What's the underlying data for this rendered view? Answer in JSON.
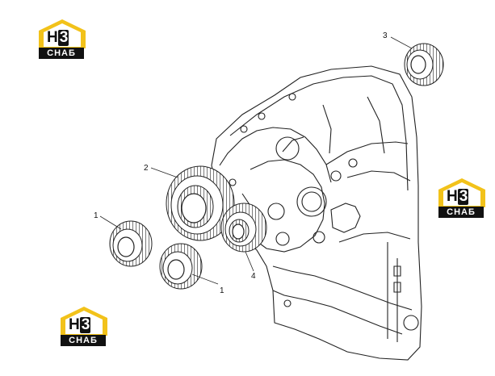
{
  "logos": [
    {
      "brand_main": "H",
      "brand_digit": "3",
      "brand_sub": "CHAБ"
    },
    {
      "brand_main": "H",
      "brand_digit": "3",
      "brand_sub": "CHAБ"
    },
    {
      "brand_main": "H",
      "brand_digit": "3",
      "brand_sub": "CHAБ"
    }
  ],
  "callouts": {
    "c1_upper": "1",
    "c1_lower": "1",
    "c2": "2",
    "c3": "3",
    "c4": "4"
  },
  "colors": {
    "logo_gold": "#f2c21a",
    "ink": "#111111",
    "paper": "#ffffff"
  }
}
